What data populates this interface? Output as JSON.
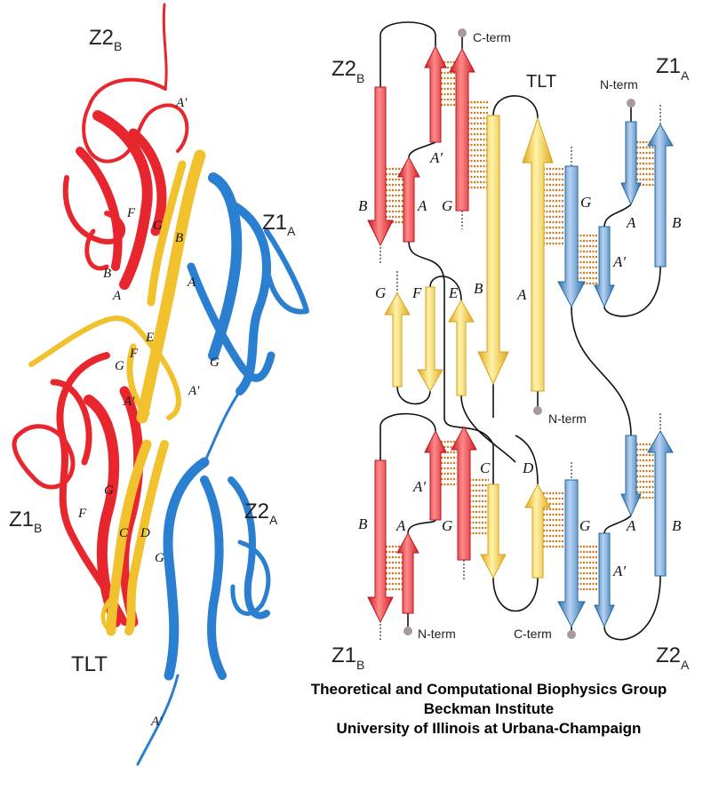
{
  "colors": {
    "red": "#e8262d",
    "yellow": "#f2c22e",
    "blue": "#2a7fd0",
    "blue_diagram": "#3a88c0",
    "hbond": "#c9781e",
    "term_dot": "#a89a9a"
  },
  "structure": {
    "domain_labels": {
      "z2b": "Z2",
      "z2b_sub": "B",
      "z1a": "Z1",
      "z1a_sub": "A",
      "z1b": "Z1",
      "z1b_sub": "B",
      "z2a": "Z2",
      "z2a_sub": "A",
      "tlt": "TLT"
    },
    "strand_labels": [
      "A′",
      "F",
      "G",
      "B",
      "B",
      "A",
      "A",
      "E",
      "F",
      "G",
      "A′",
      "G",
      "A′",
      "G",
      "F",
      "C",
      "D",
      "G",
      "A′"
    ]
  },
  "topology": {
    "domain_labels": {
      "z2b": "Z2",
      "z2b_sub": "B",
      "z1a": "Z1",
      "z1a_sub": "A",
      "z1b": "Z1",
      "z1b_sub": "B",
      "z2a": "Z2",
      "z2a_sub": "A",
      "tlt": "TLT"
    },
    "termini": {
      "z2b_c": "C-term",
      "z1a_n": "N-term",
      "tlt_n": "N-term",
      "z1b_n": "N-term",
      "z2a_c": "C-term"
    },
    "strands": {
      "z2b": {
        "B": "B",
        "A": "A",
        "Ap": "A′",
        "G": "G"
      },
      "tlt_top": {
        "B": "B",
        "A": "A"
      },
      "z1a": {
        "G": "G",
        "Ap": "A′",
        "A": "A",
        "B": "B"
      },
      "tlt_mid": {
        "G": "G",
        "F": "F",
        "E": "E"
      },
      "z1b": {
        "B": "B",
        "A": "A",
        "Ap": "A′",
        "G": "G"
      },
      "tlt_bot": {
        "C": "C",
        "D": "D"
      },
      "z2a": {
        "G": "G",
        "Ap": "A′",
        "A": "A",
        "B": "B"
      }
    }
  },
  "footer": {
    "line1": "Theoretical and Computational Biophysics Group",
    "line2": "Beckman Institute",
    "line3": "University of Illinois at Urbana-Champaign"
  }
}
